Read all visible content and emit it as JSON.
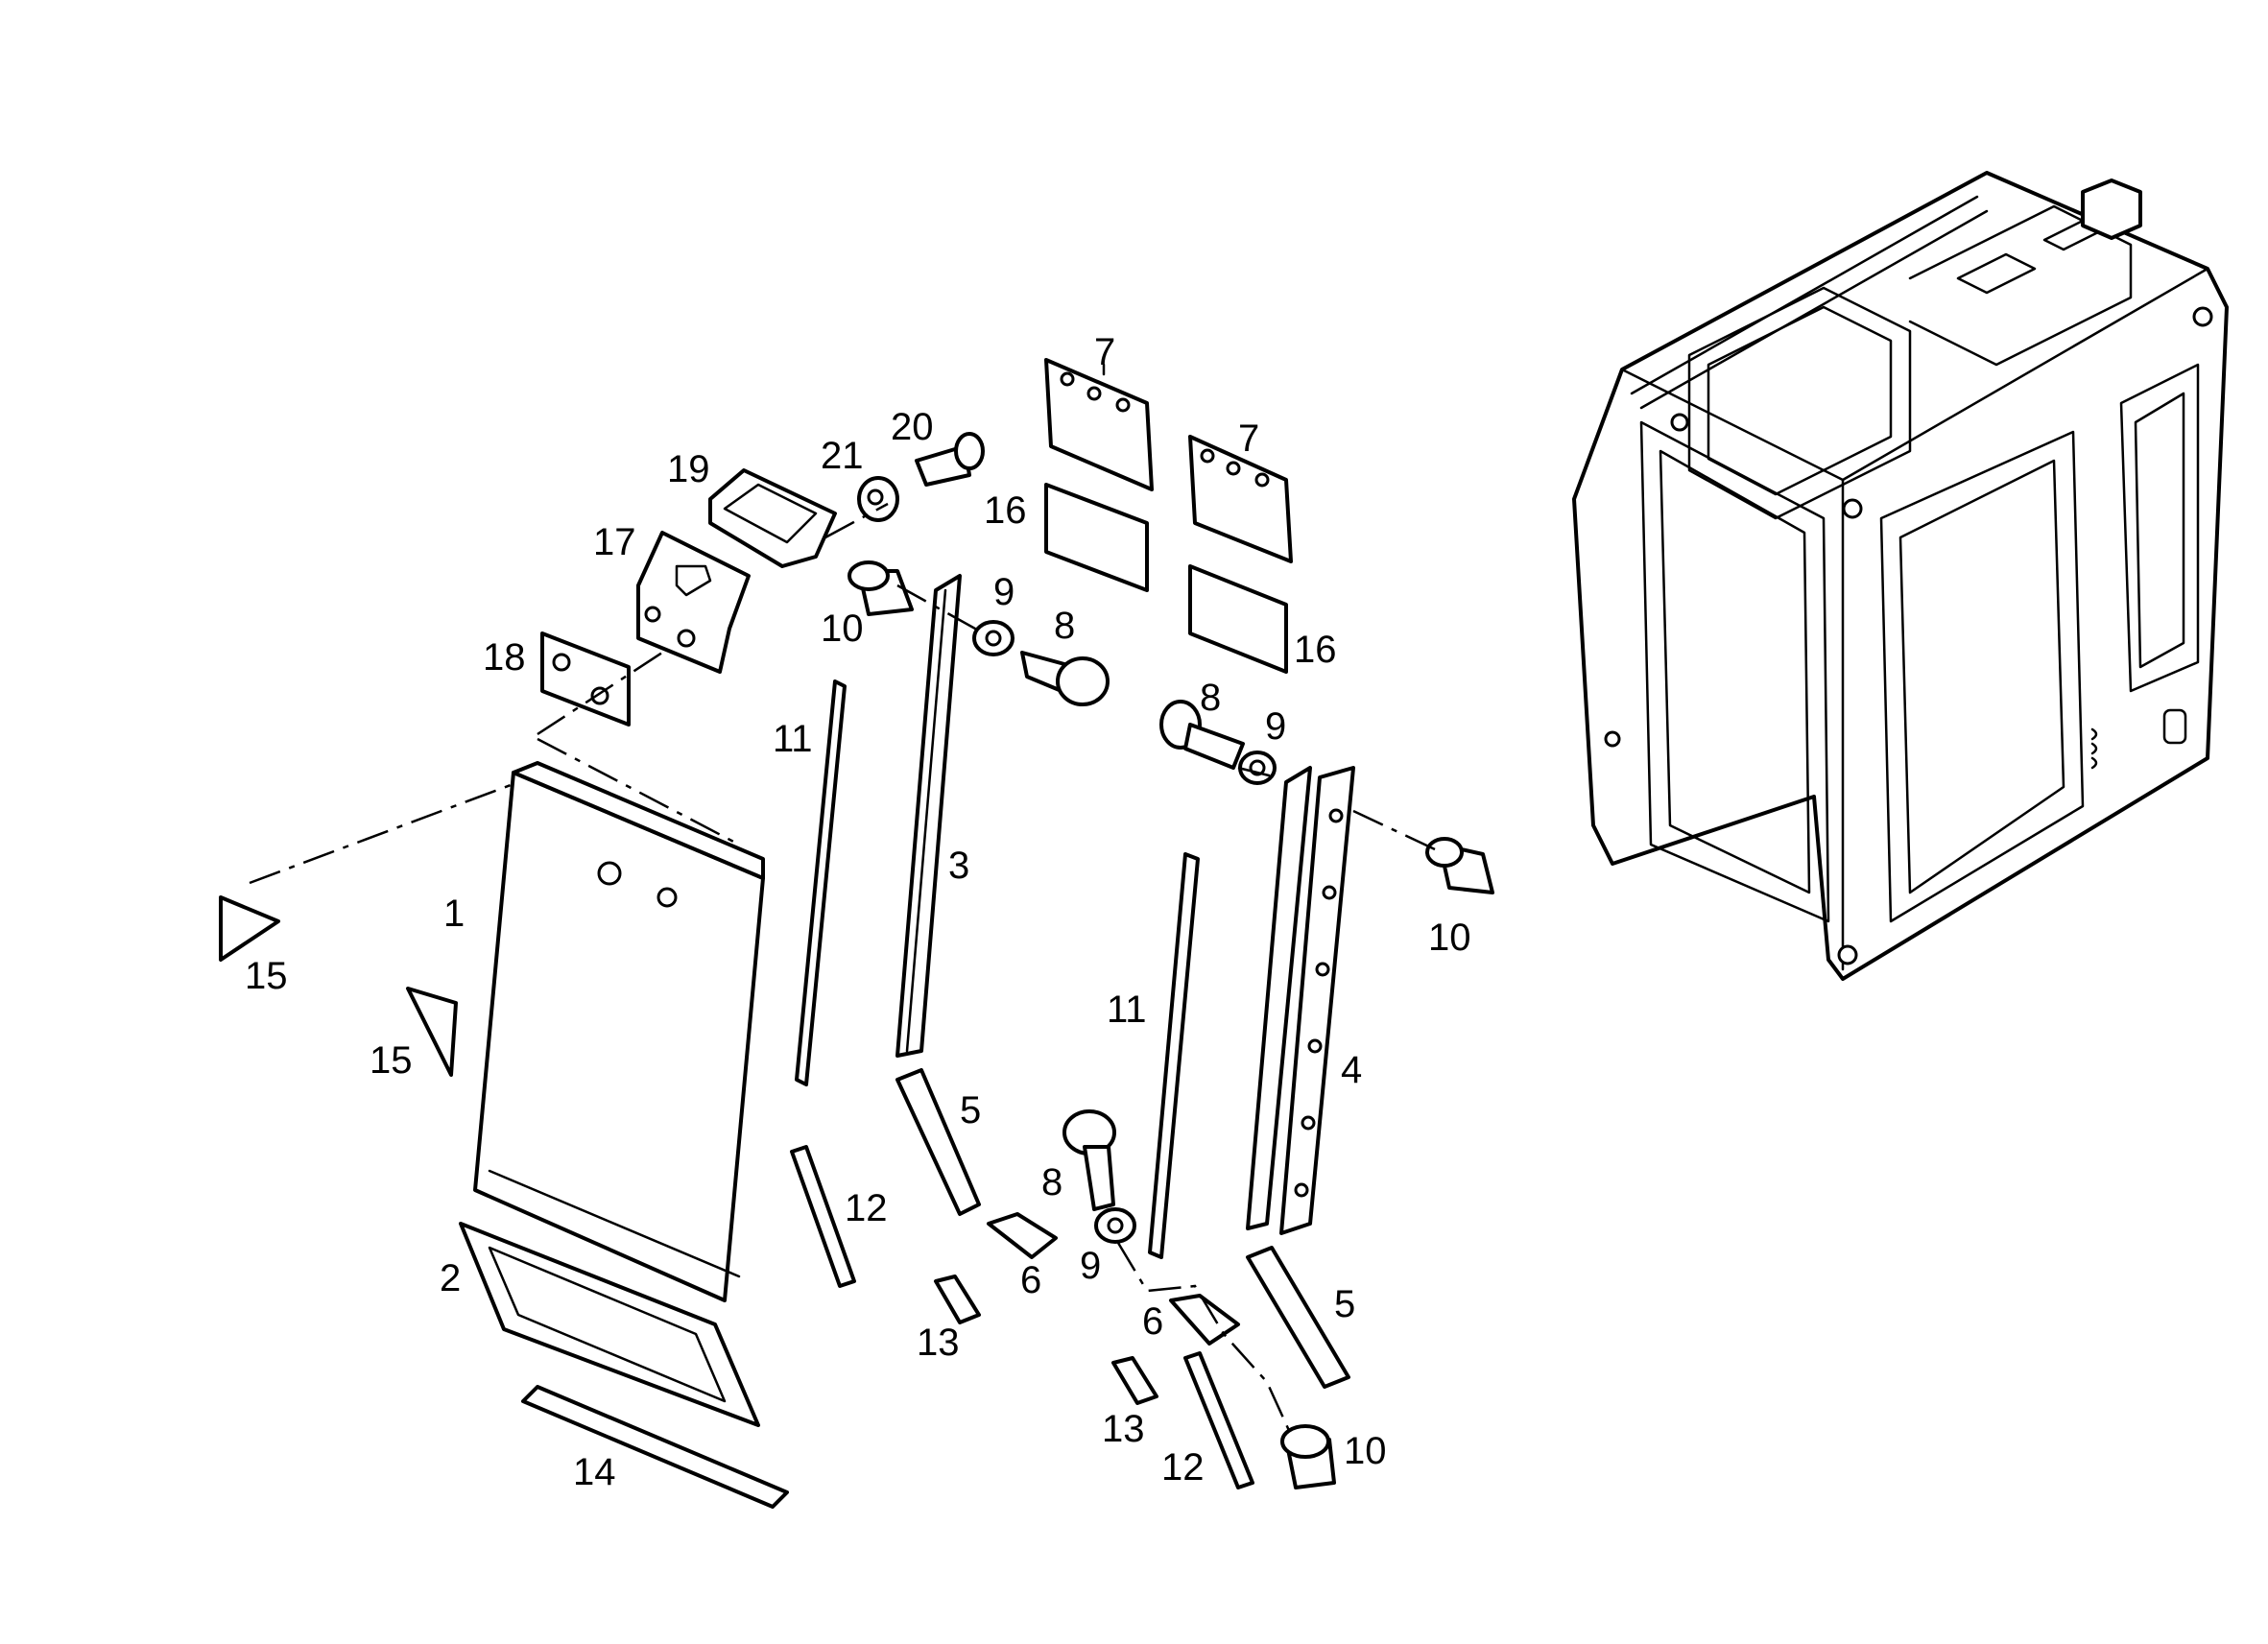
{
  "callouts": {
    "c1": "1",
    "c2": "2",
    "c3": "3",
    "c4": "4",
    "c5a": "5",
    "c5b": "5",
    "c6a": "6",
    "c6b": "6",
    "c7a": "7",
    "c7b": "7",
    "c8a": "8",
    "c8b": "8",
    "c8c": "8",
    "c9a": "9",
    "c9b": "9",
    "c9c": "9",
    "c10a": "10",
    "c10b": "10",
    "c10c": "10",
    "c11a": "11",
    "c11b": "11",
    "c12a": "12",
    "c12b": "12",
    "c13a": "13",
    "c13b": "13",
    "c14": "14",
    "c15a": "15",
    "c15b": "15",
    "c16a": "16",
    "c16b": "16",
    "c17": "17",
    "c18": "18",
    "c19": "19",
    "c20": "20",
    "c21": "21"
  },
  "colors": {
    "line": "#000000",
    "background": "#ffffff"
  }
}
